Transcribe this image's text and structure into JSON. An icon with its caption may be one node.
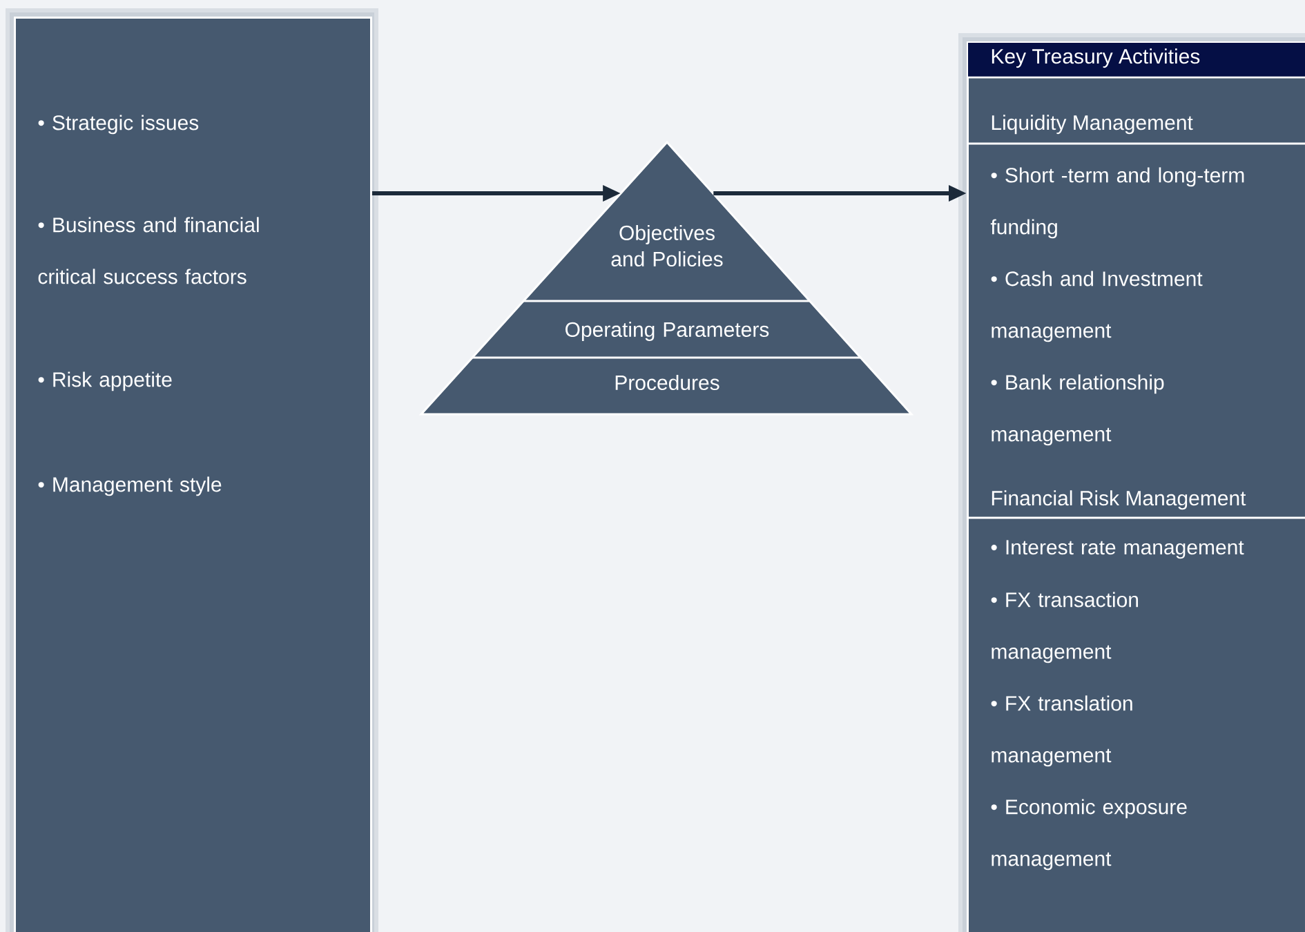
{
  "diagram": {
    "nodes": [
      {
        "text": [
          "• Strategic issues",
          "• Business and financial critical success factors",
          "• Risk appetite",
          "• Management style"
        ]
      },
      {
        "text": [],
        "shape": "triangle"
      },
      {
        "text": [
          "Objectives and Policies"
        ],
        "in": 1
      },
      {
        "text": [
          "Operating Parameters"
        ],
        "in": 1
      },
      {
        "text": [
          "Procedures"
        ],
        "in": 1
      },
      {
        "text": [
          "Key Treasury Activities"
        ]
      },
      {
        "text": [
          "Liquidity Management",
          "• Short -term and long-term funding",
          "• Cash and Investment management",
          "• Bank relationship management"
        ],
        "in": 5
      },
      {
        "text": [
          "Financial Risk Management",
          "• Interest rate management",
          "• FX transaction management",
          "• FX translation management",
          "• Economic exposure management"
        ],
        "in": 5
      }
    ],
    "edges": [
      {
        "from": 0,
        "to": 1,
        "arrow": "to"
      },
      {
        "from": 1,
        "to": 5,
        "arrow": "to"
      }
    ]
  }
}
